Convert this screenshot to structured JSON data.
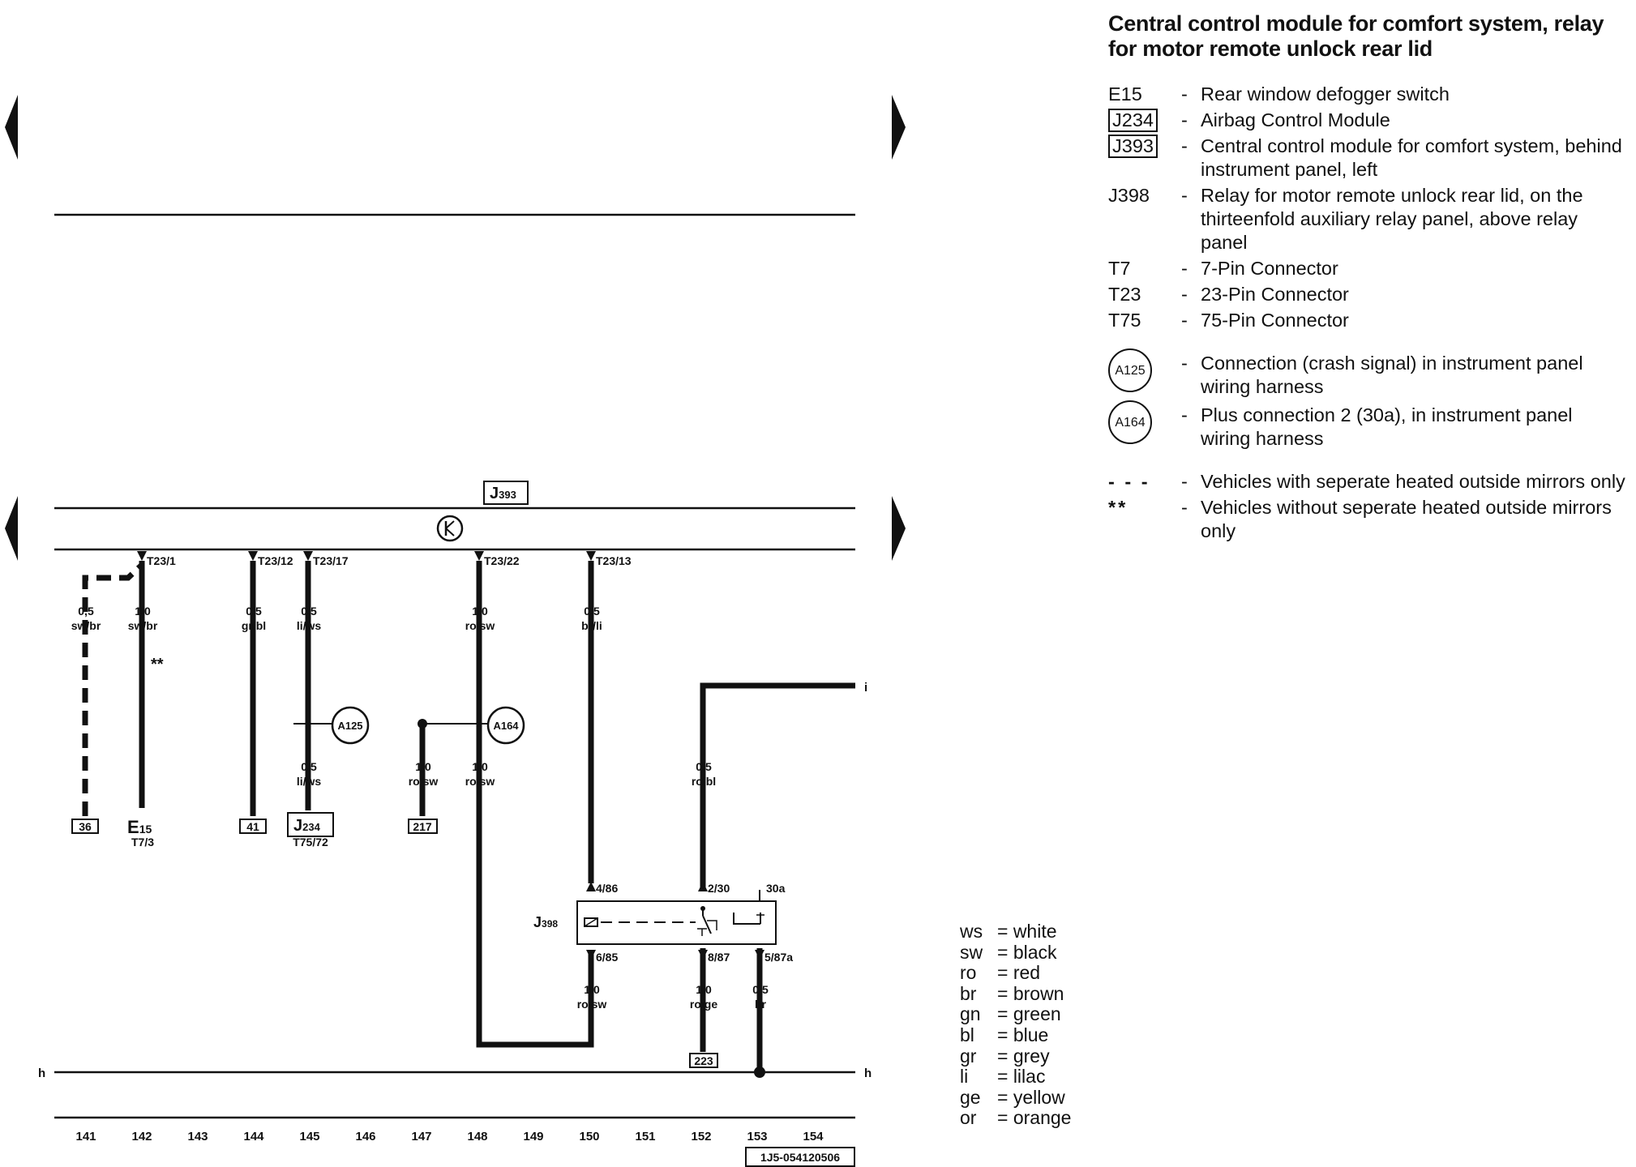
{
  "title": "Central control module for comfort system, relay for motor remote unlock rear lid",
  "legend": [
    {
      "code": "E15",
      "style": "plain",
      "description": "Rear window defogger switch"
    },
    {
      "code": "J234",
      "style": "boxed",
      "description": "Airbag Control Module"
    },
    {
      "code": "J393",
      "style": "boxed",
      "description": "Central control module for comfort system, behind instrument panel, left"
    },
    {
      "code": "J398",
      "style": "plain",
      "description": "Relay for motor remote unlock rear lid, on the thirteenfold auxiliary relay panel, above relay panel"
    },
    {
      "code": "T7",
      "style": "plain",
      "description": "7-Pin Connector"
    },
    {
      "code": "T23",
      "style": "plain",
      "description": "23-Pin Connector"
    },
    {
      "code": "T75",
      "style": "plain",
      "description": "75-Pin Connector"
    },
    {
      "code": "A125",
      "style": "circled",
      "description": "Connection (crash signal) in instrument panel wiring harness"
    },
    {
      "code": "A164",
      "style": "circled",
      "description": "Plus connection 2 (30a), in instrument panel wiring harness"
    },
    {
      "code": "- - -",
      "style": "symbol",
      "description": "Vehicles with seperate heated outside mirrors only"
    },
    {
      "code": "**",
      "style": "symbol",
      "description": "Vehicles without seperate heated outside mirrors only"
    }
  ],
  "color_codes": [
    {
      "abbr": "ws",
      "name": "= white"
    },
    {
      "abbr": "sw",
      "name": "= black"
    },
    {
      "abbr": "ro",
      "name": "= red"
    },
    {
      "abbr": "br",
      "name": "= brown"
    },
    {
      "abbr": "gn",
      "name": "= green"
    },
    {
      "abbr": "bl",
      "name": "= blue"
    },
    {
      "abbr": "gr",
      "name": "= grey"
    },
    {
      "abbr": "li",
      "name": "= lilac"
    },
    {
      "abbr": "ge",
      "name": "= yellow"
    },
    {
      "abbr": "or",
      "name": "= orange"
    }
  ],
  "diagram": {
    "module": "J",
    "module_sub": "393",
    "relay": "J",
    "relay_sub": "398",
    "pins": {
      "t23_1": "T23/1",
      "t23_12": "T23/12",
      "t23_17": "T23/17",
      "t23_22": "T23/22",
      "t23_13": "T23/13",
      "r_4_86": "4/86",
      "r_2_30": "2/30",
      "r_30a": "30a",
      "r_6_85": "6/85",
      "r_8_87": "8/87",
      "r_5_87a": "5/87a"
    },
    "wires": {
      "w1_size": "0,5",
      "w1_color": "sw/br",
      "w2_size": "1,0",
      "w2_color": "sw/br",
      "w3_size": "0,5",
      "w3_color": "gr/bl",
      "w4_size": "0,5",
      "w4_color": "li/ws",
      "w5_size": "0,5",
      "w5_color": "li/ws",
      "w6_size": "1,0",
      "w6_color": "ro/sw",
      "w7_size": "1,0",
      "w7_color": "ro/sw",
      "w8_size": "1,0",
      "w8_color": "ro/sw",
      "w9_size": "0,5",
      "w9_color": "br/li",
      "w10_size": "0,5",
      "w10_color": "ro/bl",
      "w11_size": "1,0",
      "w11_color": "ro/sw",
      "w12_size": "1,0",
      "w12_color": "ro/ge",
      "w13_size": "0,5",
      "w13_color": "br"
    },
    "terminals": {
      "t36": "36",
      "e15": "E",
      "e15_sub": "15",
      "e15_pin": "T7/3",
      "t41": "41",
      "j234": "J",
      "j234_sub": "234",
      "j234_pin": "T75/72",
      "t217": "217",
      "t223": "223"
    },
    "connections": {
      "a125": "A125",
      "a164": "A164"
    },
    "continuation_i": "i",
    "ground_left": "h",
    "ground_right": "h",
    "double_star": "**",
    "track_numbers": [
      "141",
      "142",
      "143",
      "144",
      "145",
      "146",
      "147",
      "148",
      "149",
      "150",
      "151",
      "152",
      "153",
      "154"
    ],
    "doc_number": "1J5-054120506"
  }
}
